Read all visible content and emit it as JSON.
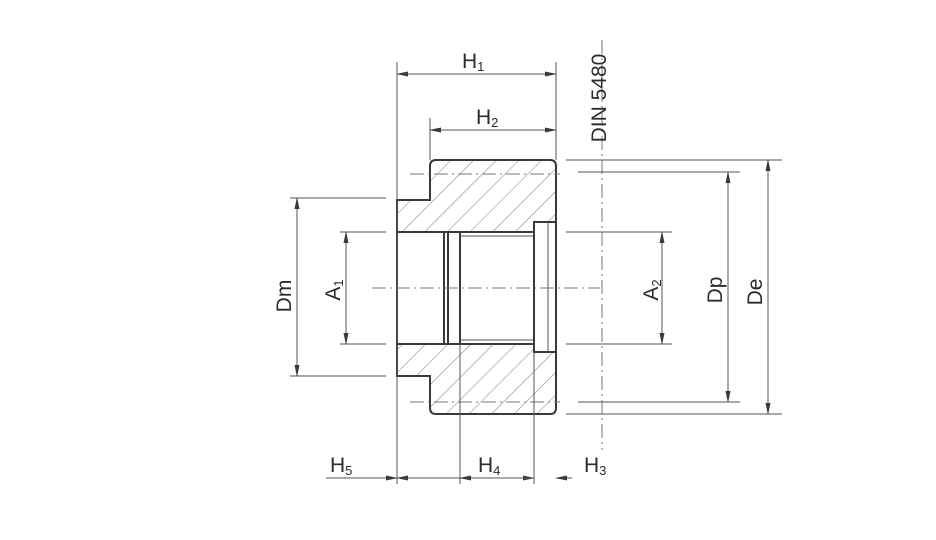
{
  "labels": {
    "h1": {
      "main": "H",
      "sub": "1"
    },
    "h2": {
      "main": "H",
      "sub": "2"
    },
    "h3": {
      "main": "H",
      "sub": "3"
    },
    "h4": {
      "main": "H",
      "sub": "4"
    },
    "h5": {
      "main": "H",
      "sub": "5"
    },
    "a1": {
      "main": "A",
      "sub": "1"
    },
    "a2": {
      "main": "A",
      "sub": "2"
    },
    "dm": "Dm",
    "dp": "Dp",
    "de": "De",
    "standard": "DIN 5480"
  },
  "colors": {
    "line": "#3a3a3a",
    "text": "#2b2b2b",
    "background": "#ffffff"
  }
}
